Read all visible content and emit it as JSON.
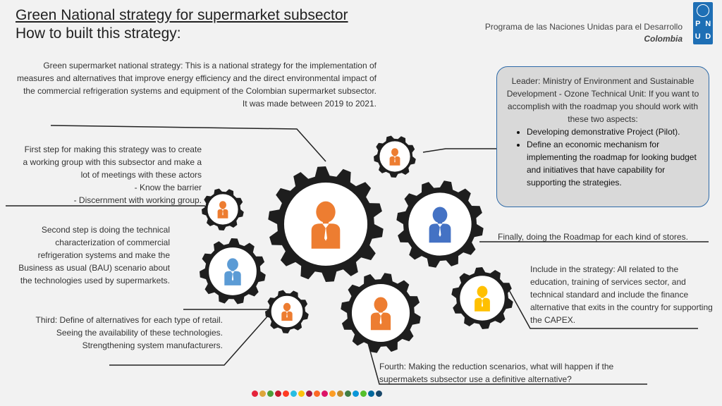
{
  "header": {
    "title_line1": "Green National strategy for supermarket subsector",
    "title_line2": "How to built this strategy:"
  },
  "logo": {
    "org_line": "Programa de las Naciones Unidas para el Desarrollo",
    "country": "Colombia",
    "letters": [
      "P",
      "N",
      "U",
      "D"
    ]
  },
  "intro": {
    "text": "Green supermarket national strategy: This is a national strategy for the implementation of measures and alternatives that improve energy efficiency and the direct environmental impact of the commercial refrigeration systems and equipment of the Colombian supermarket subsector.",
    "dates": "It was made between 2019 to 2021."
  },
  "steps": {
    "first": {
      "line1": "First step for making this strategy was to create",
      "line2": "a working group with this subsector and make a",
      "line3": "lot of meetings with these actors",
      "line4": "- Know the barrier",
      "line5": "- Discernment with working group."
    },
    "second": "Second step is doing the technical characterization of commercial refrigeration systems  and make the Business as usual (BAU) scenario about the technologies used by supermarkets.",
    "third": "Third: Define of alternatives for each type of retail. Seeing the availability of these technologies.  Strengthening system manufacturers.",
    "fourth": "Fourth: Making the reduction scenarios, what will happen if the supermakets subsector use a definitive alternative?",
    "finally": "Finally, doing the Roadmap for each kind of stores.",
    "include": "Include in the strategy: All related to the education, training of services sector, and technical standard and include the finance alternative that exits in the country for supporting the CAPEX."
  },
  "leader": {
    "text": "Leader: Ministry of Environment and Sustainable Development - Ozone Technical Unit: If you want to accomplish with the roadmap you should work with these two aspects:",
    "bullets": [
      "Developing demonstrative Project (Pilot).",
      "Define an economic mechanism for implementing the roadmap for looking budget and initiatives that have capability for supporting the strategies."
    ]
  },
  "colors": {
    "orange": "#ed7d31",
    "blue": "#4472c4",
    "light_blue": "#5b9bd5",
    "yellow": "#ffc000",
    "gear": "#1e1e1e",
    "leader_border": "#2e6aa8",
    "leader_fill": "#d9d9d9"
  },
  "icons": [
    "gear-icon",
    "person-icon",
    "un-emblem-icon"
  ],
  "sdg_dots": [
    "#e5243b",
    "#dda63a",
    "#4c9f38",
    "#c5192d",
    "#ff3a21",
    "#26bde2",
    "#fcc30b",
    "#a21942",
    "#fd6925",
    "#dd1367",
    "#fd9d24",
    "#bf8b2e",
    "#3f7e44",
    "#0a97d9",
    "#56c02b",
    "#00689d",
    "#19486a"
  ]
}
